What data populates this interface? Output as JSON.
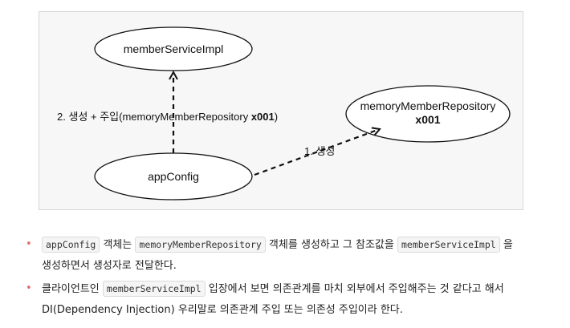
{
  "diagram": {
    "nodes": {
      "member_service_impl": "memberServiceImpl",
      "app_config": "appConfig",
      "memory_repo_line1": "memoryMemberRepository",
      "memory_repo_line2": "x001"
    },
    "edges": {
      "inject_label_prefix": "2. 생성 + 주입(memoryMemberRepository ",
      "inject_label_bold": "x001",
      "inject_label_suffix": ")",
      "create_label": "1. 생성"
    }
  },
  "bullets": [
    {
      "code1": "appConfig",
      "text1": " 객체는 ",
      "code2": "memoryMemberRepository",
      "text2": " 객체를 생성하고 그 참조값을 ",
      "code3": "memberServiceImpl",
      "text3": " 을",
      "line2": "생성하면서 생성자로 전달한다."
    },
    {
      "text0": "클라이언트인 ",
      "code1": "memberServiceImpl",
      "text1": " 입장에서 보면 의존관계를 마치 외부에서 주입해주는 것 같다고 해서",
      "line2": "DI(Dependency Injection) 우리말로 의존관계 주입 또는 의존성 주입이라 한다."
    }
  ],
  "colors": {
    "bullet_dot": "#e36b6b",
    "figure_background": "#f7f7f7"
  }
}
